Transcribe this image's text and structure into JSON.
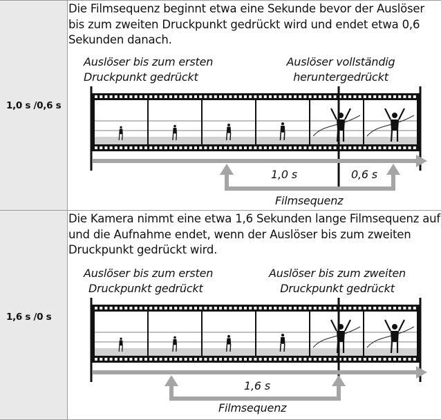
{
  "rows": [
    {
      "label": "1,0 s /0,6 s",
      "description": "Die Filmsequenz beginnt etwa eine Sekunde bevor der Auslöser bis zum zweiten Druckpunkt gedrückt wird und endet etwa 0,6 Sekunden danach.",
      "caption_left": [
        "Auslöser bis zum ersten",
        "Druckpunkt gedrückt"
      ],
      "caption_right": [
        "Auslöser vollständig",
        "heruntergedrückt"
      ],
      "timeline_labels": [
        "1,0 s",
        "0,6 s"
      ],
      "sequence_label": "Filmsequenz"
    },
    {
      "label": "1,6 s /0 s",
      "description": "Die Kamera nimmt eine etwa 1,6 Sekunden lange Filmsequenz auf und die Aufnahme endet, wenn der Auslöser bis zum zweiten Druckpunkt gedrückt wird.",
      "caption_left": [
        "Auslöser bis zum ersten",
        "Druckpunkt gedrückt"
      ],
      "caption_right": [
        "Auslöser bis zum zweiten",
        "Druckpunkt gedrückt"
      ],
      "timeline_labels": [
        "1,6 s"
      ],
      "sequence_label": "Filmsequenz"
    }
  ],
  "colors": {
    "arrow": "#a5a5a5",
    "label_bg": "#e9e9e9",
    "border": "#9a9a9a"
  },
  "icons": [
    "film-strip-icon",
    "runner-icon"
  ]
}
